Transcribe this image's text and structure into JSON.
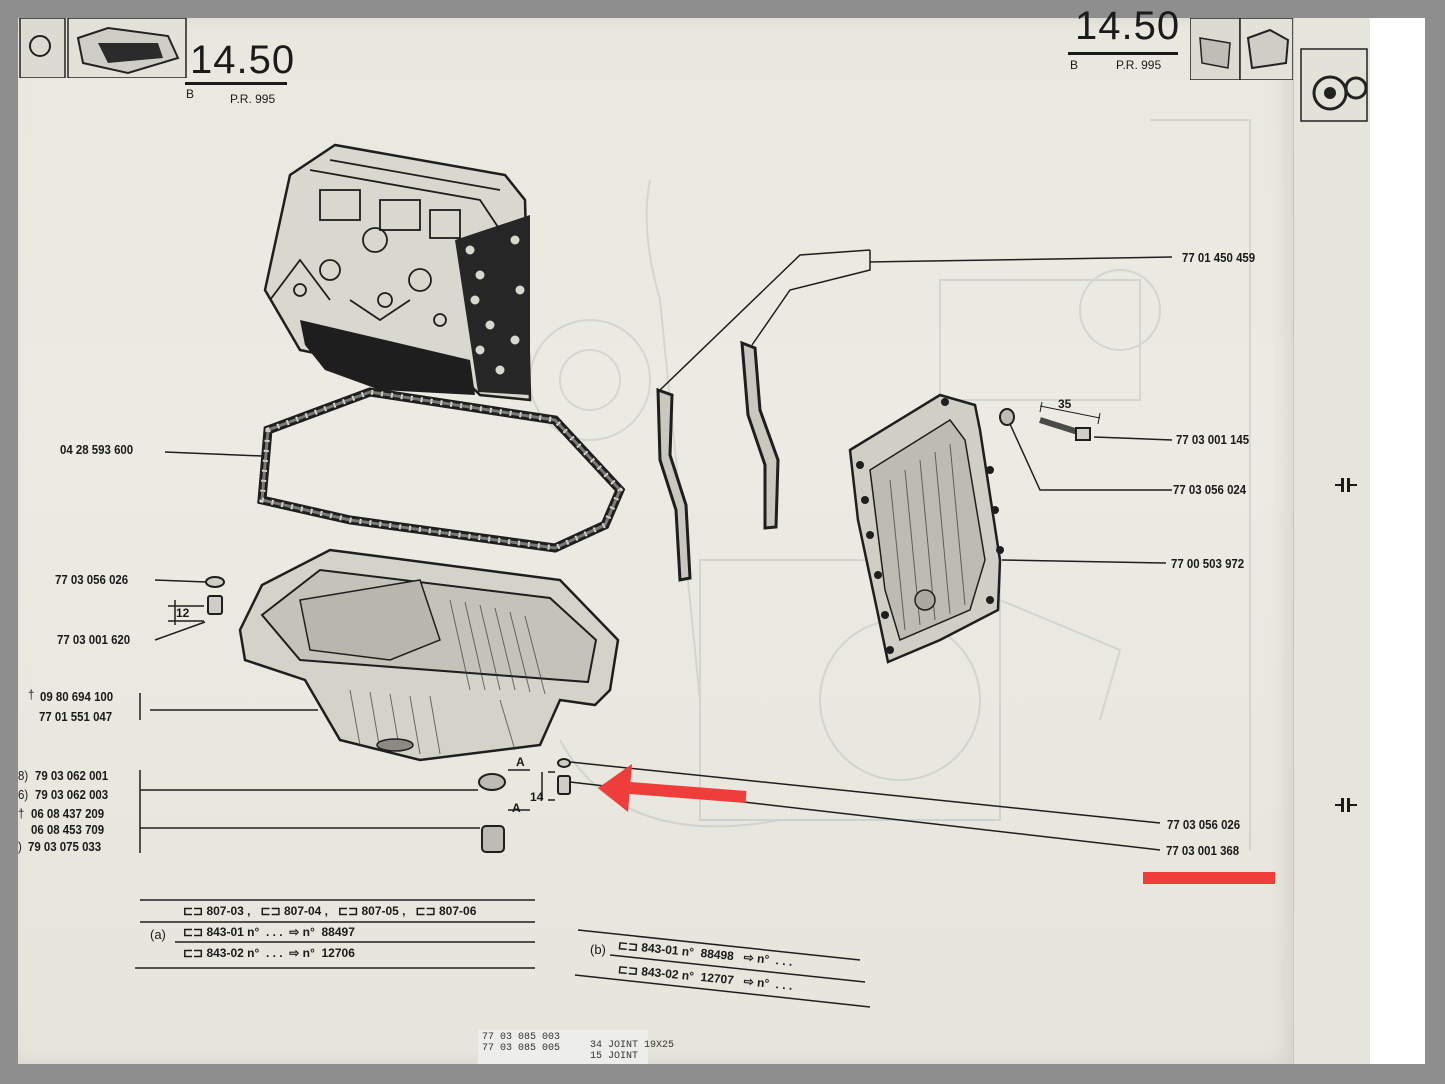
{
  "header": {
    "left": {
      "section": "14.50",
      "variant": "B",
      "ref": "P.R. 995"
    },
    "right": {
      "section": "14.50",
      "variant": "B",
      "ref": "P.R. 995"
    }
  },
  "parts_left": [
    {
      "prefix": "",
      "number": "04 28 593 600"
    },
    {
      "prefix": "",
      "number": "77 03 056 026"
    },
    {
      "prefix": "",
      "number": "77 03 001 620"
    },
    {
      "prefix": "†",
      "number": "09 80 694 100"
    },
    {
      "prefix": "",
      "number": "77 01 551 047"
    },
    {
      "prefix": "8)",
      "number": "79 03 062 001"
    },
    {
      "prefix": "6)",
      "number": "79 03 062 003"
    },
    {
      "prefix": "†",
      "number": "06 08 437 209"
    },
    {
      "prefix": "",
      "number": "06 08 453 709"
    },
    {
      "prefix": ")",
      "number": "79 03 075 033"
    }
  ],
  "parts_right": [
    {
      "number": "77 01 450 459"
    },
    {
      "number": "77 03 001 145"
    },
    {
      "number": "77 03 056 024"
    },
    {
      "number": "77 00 503 972"
    },
    {
      "number": "77 03 056 026"
    },
    {
      "number": "77 03 001 368"
    }
  ],
  "dimensions": {
    "bolt_length": "35",
    "left_screw": "12",
    "drain_screw": "14",
    "washer_a1": "A",
    "washer_a2": "A"
  },
  "table_a": {
    "label": "(a)",
    "row1": [
      "807-03 ,",
      "807-04 ,",
      "807-05 ,",
      "807-06"
    ],
    "row2": {
      "code": "843-01 n°",
      "dots": ". . .",
      "arrow": "⇨ n°",
      "value": "88497"
    },
    "row3": {
      "code": "843-02 n°",
      "dots": ". . .",
      "arrow": "⇨ n°",
      "value": "12706"
    }
  },
  "table_b": {
    "label": "(b)",
    "row1": {
      "code": "843-01 n°",
      "value": "88498",
      "arrow": "⇨ n°",
      "dots": ". . ."
    },
    "row2": {
      "code": "843-02 n°",
      "value": "12707",
      "arrow": "⇨ n°",
      "dots": ". . ."
    }
  },
  "footer": {
    "line1": "77 03 085 003",
    "line2": "77 03 085 005",
    "ref1": "34 JOINT 19X25",
    "ref2": "15 JOINT"
  },
  "colors": {
    "annotation_red": "#ef3d3b",
    "ink": "#1a1a1a",
    "paper": "#e9e8df"
  }
}
